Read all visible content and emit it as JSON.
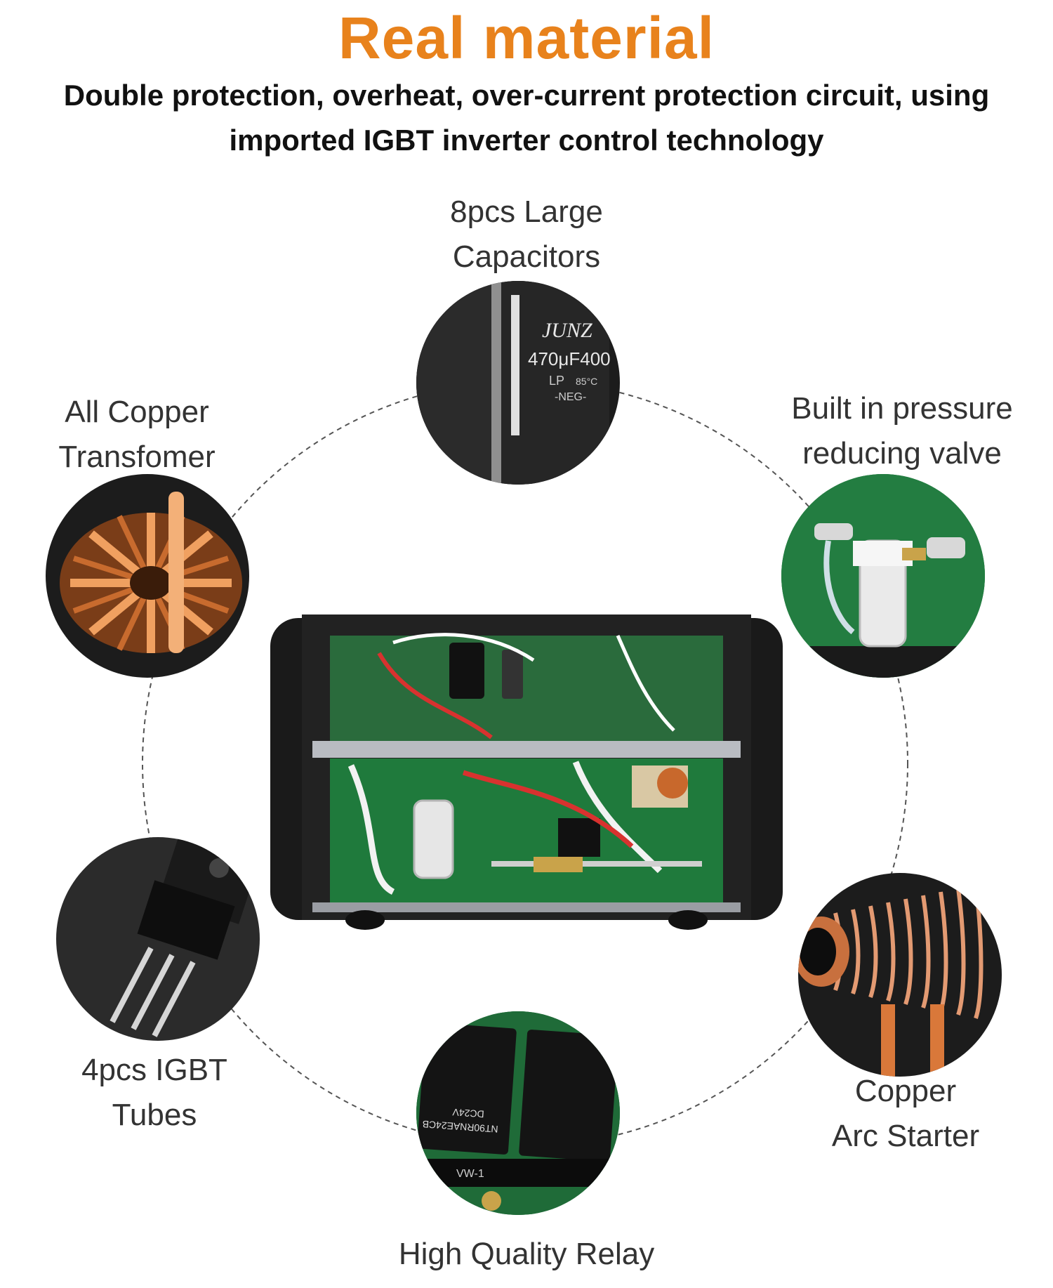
{
  "header": {
    "title": "Real material",
    "subtitle_line1": "Double protection, overheat, over-current protection circuit, using",
    "subtitle_line2": "imported IGBT inverter control technology"
  },
  "colors": {
    "title": "#e8821c",
    "text": "#111111",
    "label": "#333333",
    "circle_bg": "#1c1c1c",
    "pcb_green": "#1f7a3c",
    "copper": "#d9783a",
    "dashed_ring": "#555555"
  },
  "features": {
    "capacitors": {
      "line1": "8pcs Large",
      "line2": "Capacitors",
      "icon": "capacitor-icon"
    },
    "transformer": {
      "line1": "All Copper",
      "line2": "Transfomer",
      "icon": "toroid-transformer-icon"
    },
    "valve": {
      "line1": "Built in pressure",
      "line2": "reducing valve",
      "icon": "pressure-valve-icon"
    },
    "igbt": {
      "line1": "4pcs IGBT",
      "line2": "Tubes",
      "icon": "igbt-transistor-icon"
    },
    "arc_starter": {
      "line1": "Copper",
      "line2": "Arc Starter",
      "icon": "copper-coil-icon"
    },
    "relay": {
      "line1": "High Quality Relay",
      "icon": "relay-icon"
    }
  },
  "capacitor_print": {
    "brand": "JUNZ",
    "rating": "470μF400",
    "series": "LP",
    "temp": "85°C",
    "polarity": "-NEG-"
  },
  "relay_print": {
    "model": "NT90RNAE24CB",
    "voltage": "DC24V",
    "cable_mark": "VW-1"
  }
}
